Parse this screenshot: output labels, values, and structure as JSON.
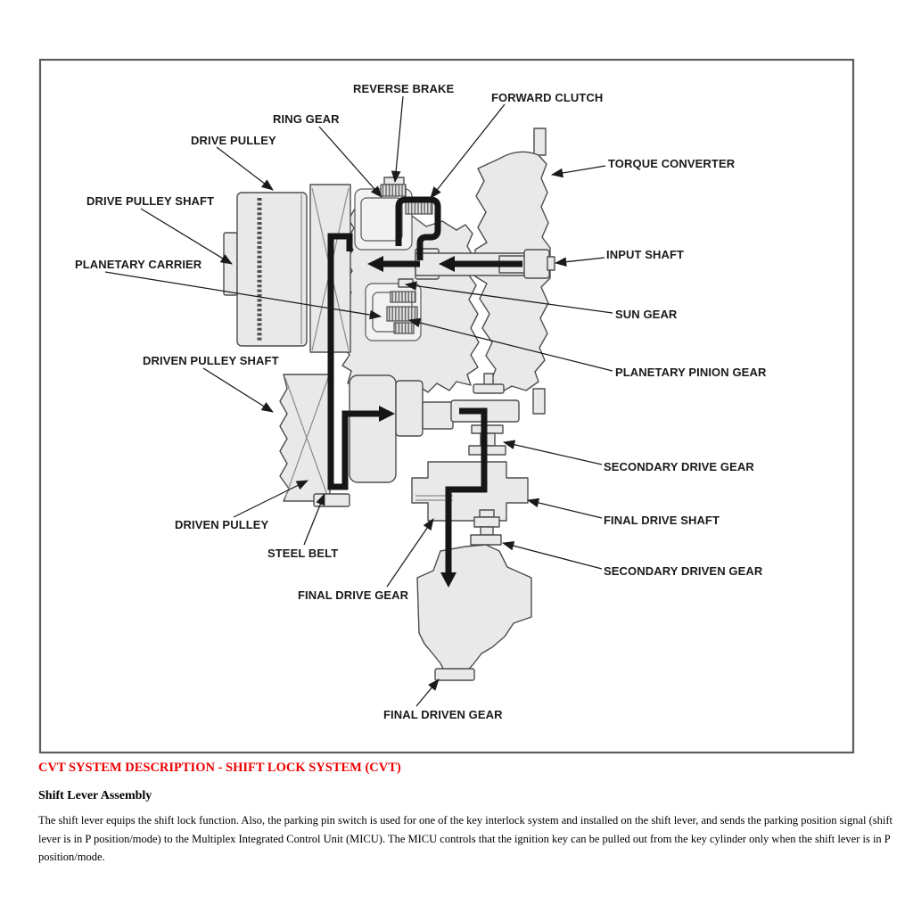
{
  "diagram": {
    "labels": {
      "reverse_brake": "REVERSE BRAKE",
      "forward_clutch": "FORWARD CLUTCH",
      "ring_gear": "RING GEAR",
      "drive_pulley": "DRIVE PULLEY",
      "torque_converter": "TORQUE CONVERTER",
      "drive_pulley_shaft": "DRIVE PULLEY SHAFT",
      "input_shaft": "INPUT SHAFT",
      "planetary_carrier": "PLANETARY CARRIER",
      "sun_gear": "SUN GEAR",
      "planetary_pinion_gear": "PLANETARY PINION GEAR",
      "driven_pulley_shaft": "DRIVEN PULLEY SHAFT",
      "secondary_drive_gear": "SECONDARY DRIVE GEAR",
      "final_drive_shaft": "FINAL DRIVE SHAFT",
      "driven_pulley": "DRIVEN PULLEY",
      "secondary_driven_gear": "SECONDARY DRIVEN GEAR",
      "steel_belt": "STEEL BELT",
      "final_drive_gear": "FINAL DRIVE GEAR",
      "final_driven_gear": "FINAL DRIVEN GEAR"
    }
  },
  "section": {
    "heading": "CVT SYSTEM DESCRIPTION - SHIFT LOCK SYSTEM (CVT)",
    "subheading": "Shift Lever Assembly",
    "body": "The shift lever equips the shift lock function. Also, the parking pin switch is used for one of the key interlock system and installed on the shift lever, and sends the parking position signal (shift lever is in P position/mode) to the Multiplex Integrated Control Unit (MICU). The MICU controls that the ignition key can be pulled out from the key cylinder only when the shift lever is in P position/mode."
  },
  "colors": {
    "heading_red": "#ee0000",
    "machine_fill": "#e9e9e9",
    "machine_stroke": "#4d4d4d",
    "power_flow": "#161616"
  }
}
